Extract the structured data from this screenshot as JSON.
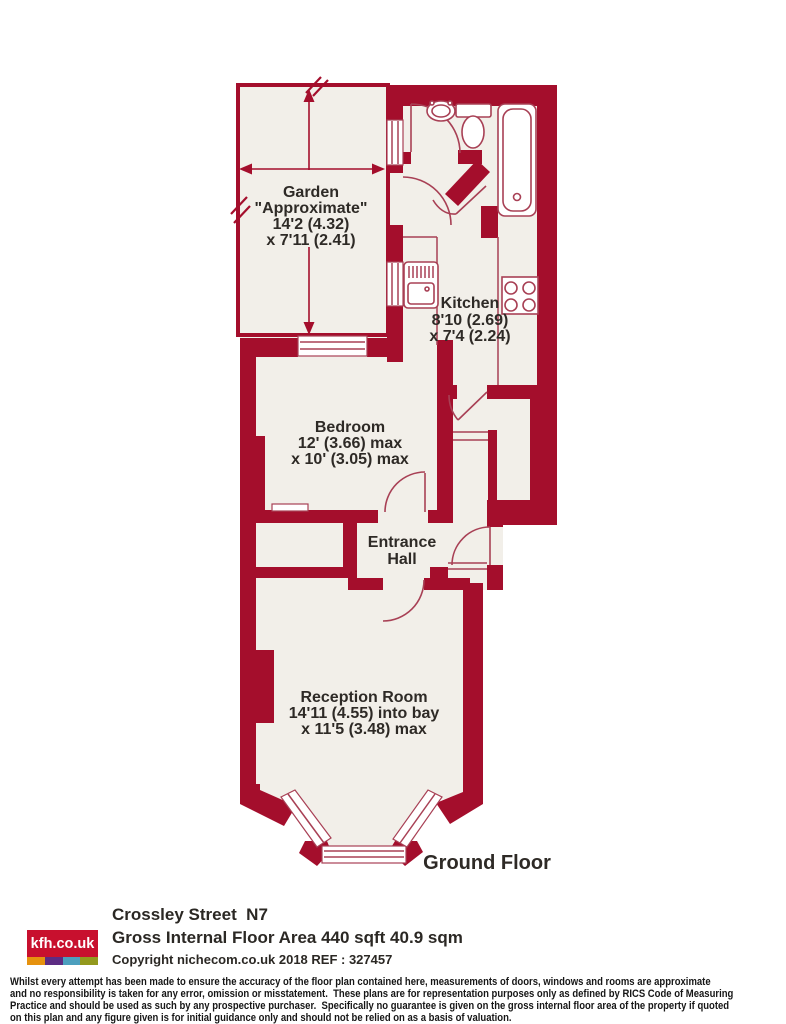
{
  "plan": {
    "floor_label": "Ground Floor",
    "rooms": {
      "garden": {
        "lines": [
          "Garden",
          "\"Approximate\"",
          "14'2 (4.32)",
          "x 7'11 (2.41)"
        ]
      },
      "kitchen": {
        "lines": [
          "Kitchen",
          "8'10 (2.69)",
          "x 7'4 (2.24)"
        ]
      },
      "bedroom": {
        "lines": [
          "Bedroom",
          "12' (3.66) max",
          "x 10' (3.05) max"
        ]
      },
      "entrance_hall": {
        "lines": [
          "Entrance",
          "Hall"
        ]
      },
      "reception_room": {
        "lines": [
          "Reception Room",
          "14'11 (4.55) into bay",
          "x 11'5 (3.48) max"
        ]
      }
    },
    "icons": [
      "bath-icon",
      "toilet-icon",
      "basin-icon",
      "kitchen-sink-icon",
      "hob-icon",
      "dimension-arrow-icon",
      "door-arc-icon"
    ]
  },
  "footer": {
    "logo": {
      "text": "kfh.co.uk"
    },
    "address": "Crossley Street  N7",
    "floor_area": "Gross Internal Floor Area 440 sqft 40.9 sqm",
    "copyright": "Copyright nichecom.co.uk 2018 REF : 327457",
    "disclaimer_lines": [
      "Whilst every attempt has been made to ensure the accuracy of the floor plan contained here, measurements of doors, windows and rooms are approximate",
      "and no responsibility is taken for any error, omission or misstatement.  These plans are for representation purposes only as defined by RICS Code of Measuring",
      "Practice and should be used as such by any prospective purchaser.  Specifically no guarantee is given on the gross internal floor area of the property if quoted",
      "on this plan and any figure given is for initial guidance only and should not be relied on as a basis of valuation."
    ]
  },
  "colors": {
    "wall": "#a40e2c",
    "floor": "#f2efe9",
    "detail_line": "#a84055",
    "text": "#2e2a26",
    "logo_red": "#c8102e",
    "logo_stripes": [
      "#e6920e",
      "#5c2c83",
      "#4c9fbe",
      "#93991d"
    ]
  }
}
